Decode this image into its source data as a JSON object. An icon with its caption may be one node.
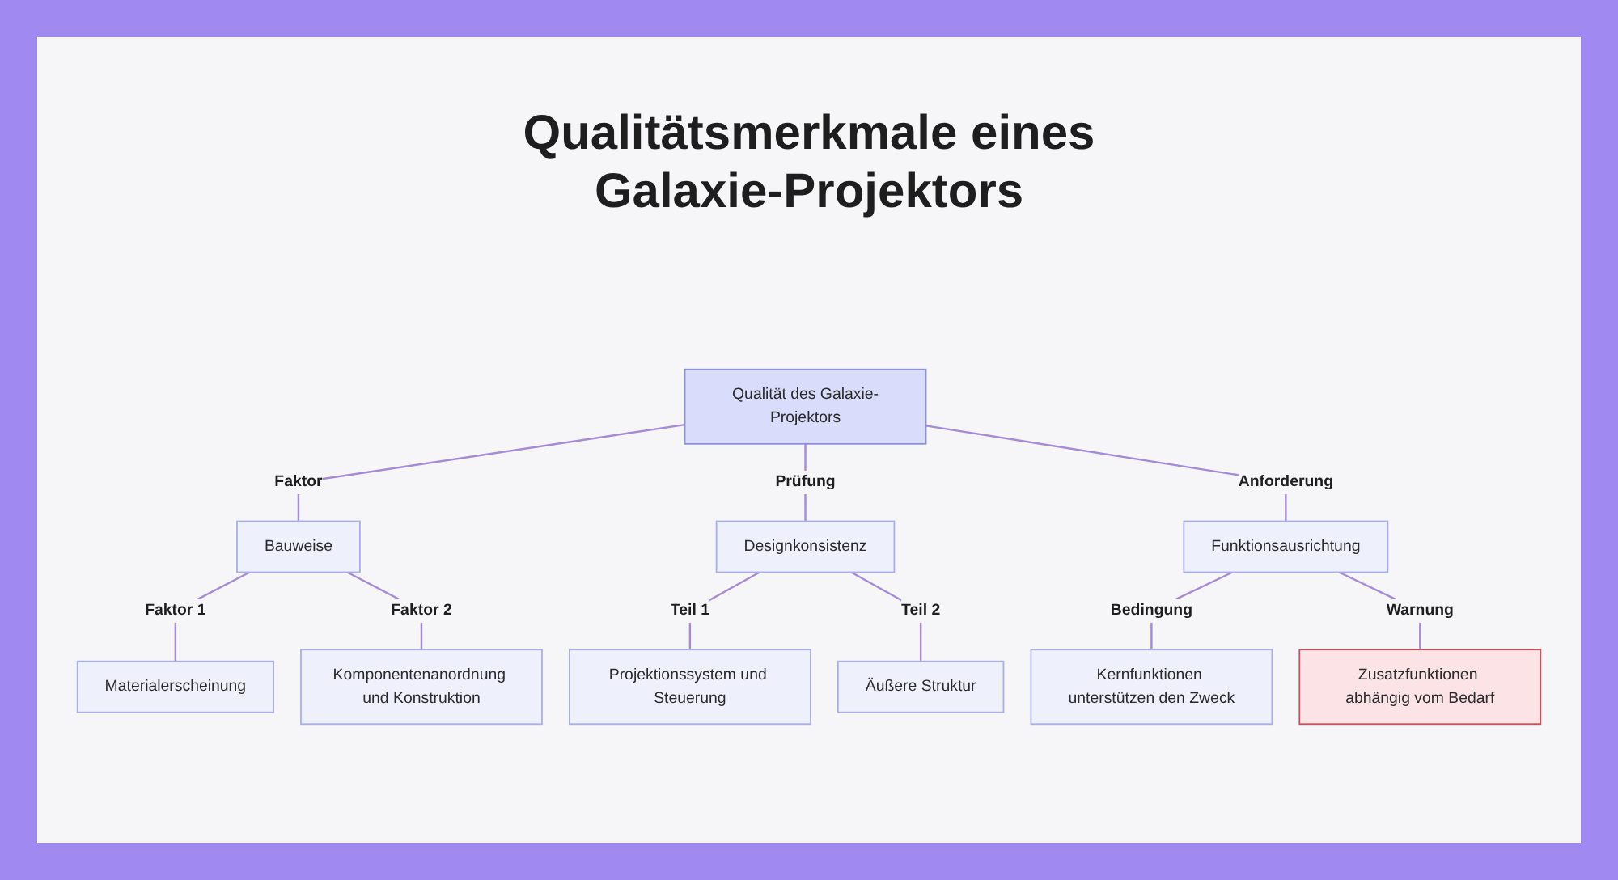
{
  "diagram": {
    "title": "Qualitätsmerkmale eines Galaxie-Projektors",
    "nodes": [
      {
        "text": [
          "Qualität des Galaxie-Projektors"
        ]
      },
      {
        "text": [
          "Bauweise"
        ]
      },
      {
        "text": [
          "Designkonsistenz"
        ]
      },
      {
        "text": [
          "Funktionsausrichtung"
        ]
      },
      {
        "text": [
          "Materialerscheinung"
        ]
      },
      {
        "text": [
          "Komponentenanordnung und Konstruktion"
        ]
      },
      {
        "text": [
          "Projektionssystem und Steuerung"
        ]
      },
      {
        "text": [
          "Äußere Struktur"
        ]
      },
      {
        "text": [
          "Kernfunktionen unterstützen den Zweck"
        ]
      },
      {
        "text": [
          "Zusatzfunktionen abhängig vom Bedarf"
        ]
      }
    ],
    "edges": [
      {
        "from": 0,
        "to": 1,
        "arrow": "none",
        "label": "Faktor"
      },
      {
        "from": 0,
        "to": 2,
        "arrow": "none",
        "label": "Prüfung"
      },
      {
        "from": 0,
        "to": 3,
        "arrow": "none",
        "label": "Anforderung"
      },
      {
        "from": 1,
        "to": 4,
        "arrow": "none",
        "label": "Faktor 1"
      },
      {
        "from": 1,
        "to": 5,
        "arrow": "none",
        "label": "Faktor 2"
      },
      {
        "from": 2,
        "to": 6,
        "arrow": "none",
        "label": "Teil 1"
      },
      {
        "from": 2,
        "to": 7,
        "arrow": "none",
        "label": "Teil 2"
      },
      {
        "from": 3,
        "to": 8,
        "arrow": "none",
        "label": "Bedingung"
      },
      {
        "from": 3,
        "to": 9,
        "arrow": "none",
        "label": "Warnung"
      }
    ]
  }
}
